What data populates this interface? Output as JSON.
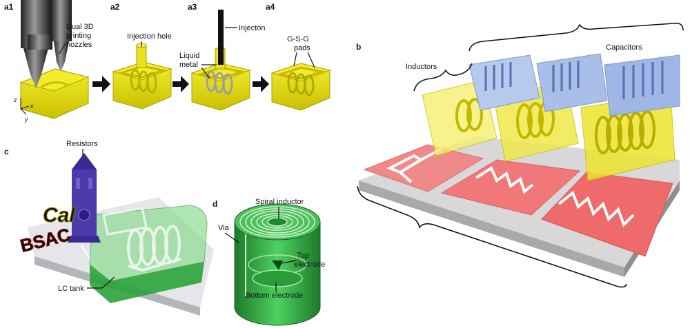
{
  "panels": {
    "a1": "a1",
    "a2": "a2",
    "a3": "a3",
    "a4": "a4",
    "b": "b",
    "c": "c",
    "d": "d"
  },
  "labels": {
    "a1_nozzles_line1": "Dual 3D",
    "a1_nozzles_line2": "printing",
    "a1_nozzles_line3": "nozzles",
    "a2_injection_hole": "Injection hole",
    "a3_injection": "Injecton",
    "a3_liquid_line1": "Liquid",
    "a3_liquid_line2": "metal",
    "a4_pads_line1": "G-S-G",
    "a4_pads_line2": "pads",
    "b_inductors": "Inductors",
    "b_capacitors": "Capacitors",
    "c_resistors": "Resistors",
    "c_lc_tank": "LC tank",
    "d_spiral_inductor": "Spiral inductor",
    "d_via": "Via",
    "d_top_line1": "Top",
    "d_top_line2": "electrode",
    "d_bottom_electrode": "Bottom electrode",
    "axis_z": "z",
    "axis_x": "x",
    "axis_y": "y",
    "logo_cal": "Cal",
    "logo_bsac": "BSAC"
  },
  "colors": {
    "yellow": "#e8e000",
    "yellow_dark": "#b8b000",
    "red": "#f07070",
    "blue": "#a8bfe8",
    "green": "#3cb44a",
    "purple": "#4b3aa8",
    "gray_base": "#c8c8c8"
  }
}
